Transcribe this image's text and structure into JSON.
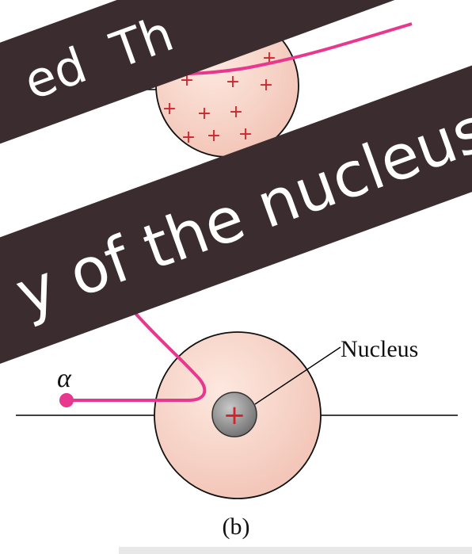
{
  "top_panel": {
    "plus_signs": [
      "+",
      "+",
      "+",
      "+",
      "+",
      "+",
      "+",
      "+",
      "+",
      "+",
      "+",
      "+",
      "+",
      "+",
      "+",
      "+"
    ]
  },
  "bottom_panel": {
    "alpha_label": "α",
    "nucleus_label": "Nucleus",
    "nucleus_sign": "+",
    "panel_label": "(b)"
  },
  "banners": {
    "upper_text": "ed  Th",
    "lower_text": "y of the nucleus"
  },
  "colors": {
    "trajectory": "#e8378f",
    "sphere_fill": "#f8d8cc",
    "plus": "#d2232a",
    "banner": "#3b2d2f",
    "banner_text": "#ffffff",
    "nucleus_fill": "#8c8c8c"
  }
}
